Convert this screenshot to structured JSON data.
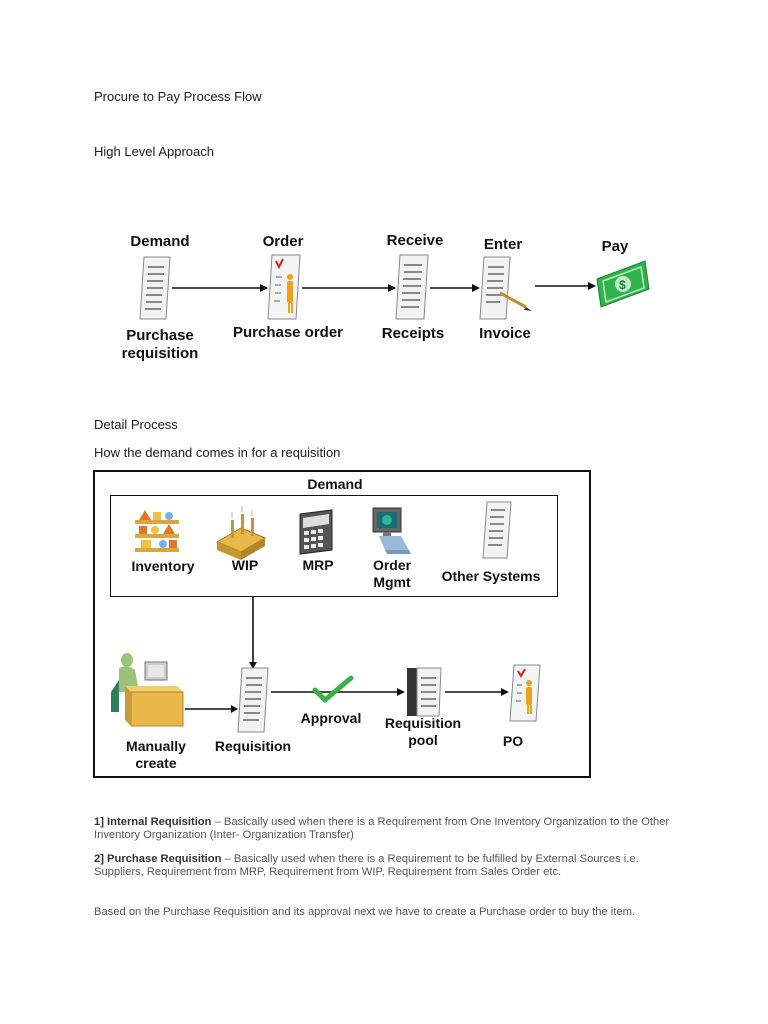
{
  "title": "Procure to Pay Process Flow",
  "subtitle": "High Level Approach",
  "high_level": {
    "steps": [
      {
        "top": "Demand",
        "bottom": "Purchase\nrequisition"
      },
      {
        "top": "Order",
        "bottom": "Purchase order"
      },
      {
        "top": "Receive",
        "bottom": "Receipts"
      },
      {
        "top": "Enter",
        "bottom": "Invoice"
      },
      {
        "top": "Pay",
        "bottom": ""
      }
    ]
  },
  "detail_heading": "Detail Process",
  "detail_sub": "How the demand comes in for a requisition",
  "detail_diagram": {
    "demand_title": "Demand",
    "sources": [
      "Inventory",
      "WIP",
      "MRP",
      "Order\nMgmt",
      "Other Systems"
    ],
    "manual": "Manually\ncreate",
    "requisition": "Requisition",
    "approval": "Approval",
    "pool": "Requisition\npool",
    "po": "PO"
  },
  "paragraphs": {
    "p1_bold": "1] Internal Requisition",
    "p1_text": " – Basically used when there is a Requirement from One Inventory Organization to the Other Inventory Organization (Inter- Organization Transfer)",
    "p2_bold": "2] Purchase Requisition",
    "p2_text": " – Basically used when there is a Requirement to be fulfilled by External Sources i.e. Suppliers, Requirement from MRP, Requirement from WIP, Requirement from Sales Order etc.",
    "p3_text": "Based on the Purchase Requisition and its approval next we have to create a Purchase order to buy the item."
  },
  "colors": {
    "money": "#2fb34a",
    "check": "#3cb043",
    "desk": "#e8b84a",
    "person": "#9ac27a"
  }
}
